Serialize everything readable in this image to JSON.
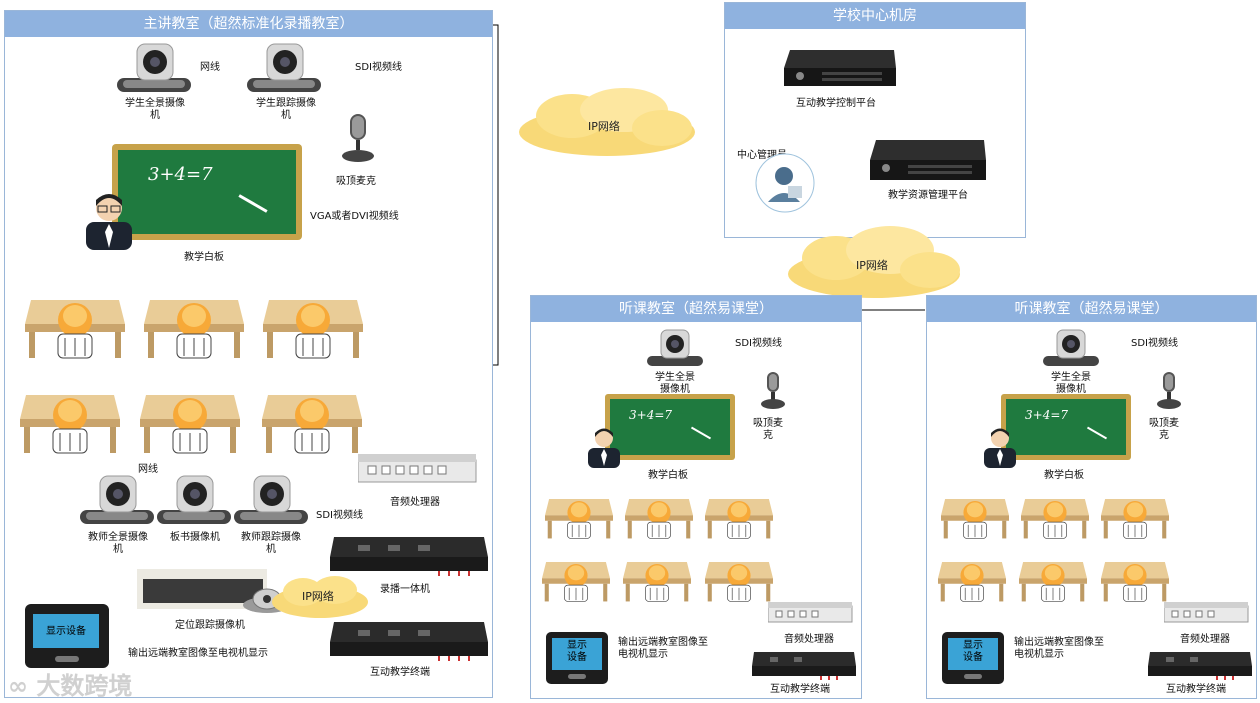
{
  "panels": {
    "main": "主讲教室（超然标准化录播教室）",
    "center": "学校中心机房",
    "listen1": "听课教室（超然易课堂）",
    "listen2": "听课教室（超然易课堂）"
  },
  "clouds": [
    "IP网络",
    "IP网络",
    "IP网络"
  ],
  "main": {
    "student_pano_cam": "学生全景摄像\n机",
    "student_track_cam": "学生跟踪摄像\n机",
    "net_line_top": "网线",
    "sdi_line_top": "SDI视频线",
    "mic": "吸顶麦克",
    "board_text": "3+4=7",
    "board_label": "教学白板",
    "vga_line": "VGA或者DVI视频线",
    "net_line_bottom": "网线",
    "teacher_pano_cam": "教师全景摄像\n机",
    "blackboard_cam": "板书摄像机",
    "teacher_track_cam": "教师跟踪摄像\n机",
    "sdi_line_bottom": "SDI视频线",
    "audio_processor": "音频处理器",
    "recorder": "录播一体机",
    "locator_cam": "定位跟踪摄像机",
    "display_screen": "显示设备",
    "output_text": "输出远端教室图像至电视机显示",
    "terminal": "互动教学终端"
  },
  "center": {
    "control_platform": "互动教学控制平台",
    "admin": "中心管理员",
    "resource_platform": "教学资源管理平台"
  },
  "listen": {
    "sdi_line": "SDI视频线",
    "student_cam": "学生全景\n摄像机",
    "mic": "吸顶麦\n克",
    "board_text": "3+4=7",
    "board_label": "教学白板",
    "audio_processor": "音频处理器",
    "display_screen": "显示\n设备",
    "output_text": "输出远端教室图像至\n电视机显示",
    "terminal": "互动教学终端"
  },
  "watermark": "大数跨境",
  "colors": {
    "panel_header": "#8fb2df",
    "board": "#1f7a3f",
    "board_frame": "#c7a24a",
    "green_wire": "#2aa84a"
  }
}
